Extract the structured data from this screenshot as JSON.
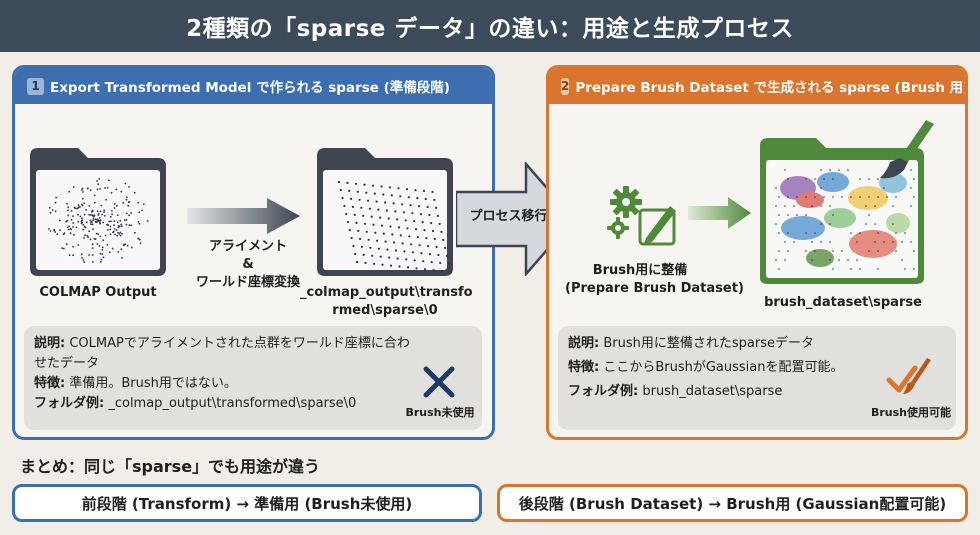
{
  "header": {
    "title": "2種類の「sparse データ」の違い：用途と生成プロセス"
  },
  "left_panel": {
    "number": "1",
    "title": "Export Transformed Model で作られる sparse (準備段階)",
    "folder1_label": "COLMAP Output",
    "arrow_label_1": "アライメント",
    "arrow_label_2": "&",
    "arrow_label_3": "ワールド座標変換",
    "folder2_label_1": "_colmap_output\\transfo",
    "folder2_label_2": "rmed\\sparse\\0",
    "info": {
      "desc_key": "説明:",
      "desc_1": "COLMAPでアライメントされた点群をワールド座標に合わ",
      "desc_2": "せたデータ",
      "feature_key": "特徴:",
      "feature": "準備用。Brush用ではない。",
      "folder_key": "フォルダ例:",
      "folder": "_colmap_output\\transformed\\sparse\\0"
    },
    "badge_label": "Brush未使用"
  },
  "process_arrow": {
    "label": "プロセス移行"
  },
  "right_panel": {
    "number": "2",
    "title": "Prepare Brush Dataset で生成される sparse (Brush 用)",
    "step_label_1": "Brush用に整備",
    "step_label_2": "(Prepare Brush Dataset)",
    "folder_label": "brush_dataset\\sparse",
    "info": {
      "desc_key": "説明:",
      "desc": "Brush用に整備されたsparseデータ",
      "feature_key": "特徴:",
      "feature": "ここからBrushがGaussianを配置可能。",
      "folder_key": "フォルダ例:",
      "folder": "brush_dataset\\sparse"
    },
    "badge_label": "Brush使用可能"
  },
  "summary": {
    "title": "まとめ：同じ「sparse」でも用途が違う",
    "left": "前段階 (Transform) → 準備用 (Brush未使用)",
    "right": "後段階 (Brush Dataset) → Brush用 (Gaussian配置可能)"
  },
  "colors": {
    "header": "#3d4a5a",
    "left_accent": "#3d6fb0",
    "right_accent": "#d9752e",
    "folder_dark": "#3e4550",
    "folder_green": "#4f8a3a",
    "arrow_gray": "#d5d8dd"
  }
}
